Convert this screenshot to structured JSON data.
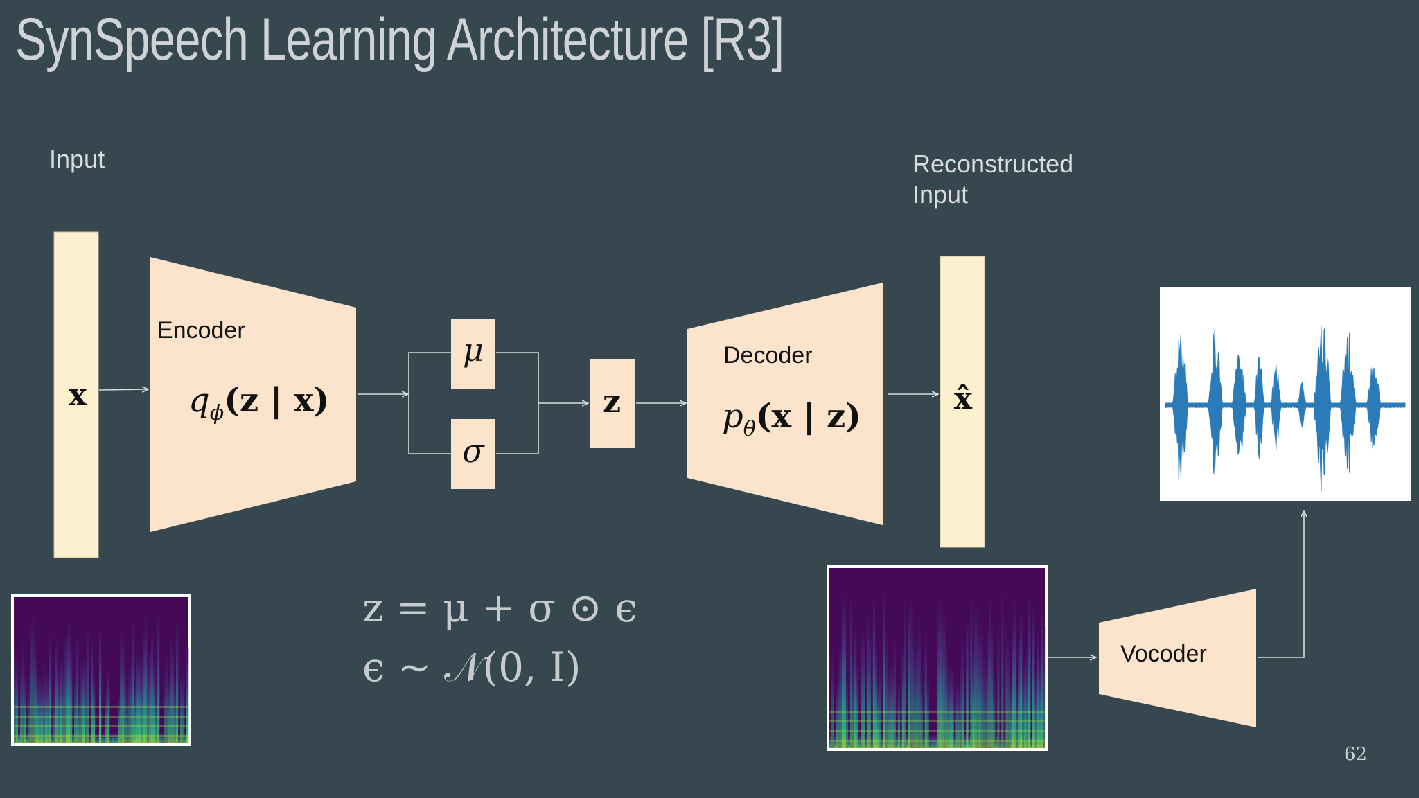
{
  "slide": {
    "title": "SynSpeech Learning Architecture [R3]",
    "page_number": "62"
  },
  "labels": {
    "input": "Input",
    "reconstructed_line1": "Reconstructed",
    "reconstructed_line2": "Input"
  },
  "input_vector": {
    "symbol": "x"
  },
  "encoder": {
    "label": "Encoder",
    "q": "q",
    "sub": "ϕ",
    "args": "(z | x)"
  },
  "mu": {
    "symbol": "μ"
  },
  "sigma": {
    "symbol": "σ"
  },
  "latent": {
    "symbol": "z"
  },
  "decoder": {
    "label": "Decoder",
    "p": "p",
    "sub": "θ",
    "args": "(x | z)"
  },
  "output_vector": {
    "symbol": "x̂"
  },
  "vocoder": {
    "label": "Vocoder"
  },
  "equations": {
    "line1": "z = μ + σ ⊙ ϵ",
    "line2": "ϵ ∼ 𝒩(0, I)"
  },
  "colors": {
    "background": "#37474f",
    "vector_fill": "#fdf0cf",
    "block_fill": "#fce3cc",
    "arrow": "#d9dde0",
    "waveform": "#2b7bb9",
    "spectrogram_bg": "#440a57"
  }
}
